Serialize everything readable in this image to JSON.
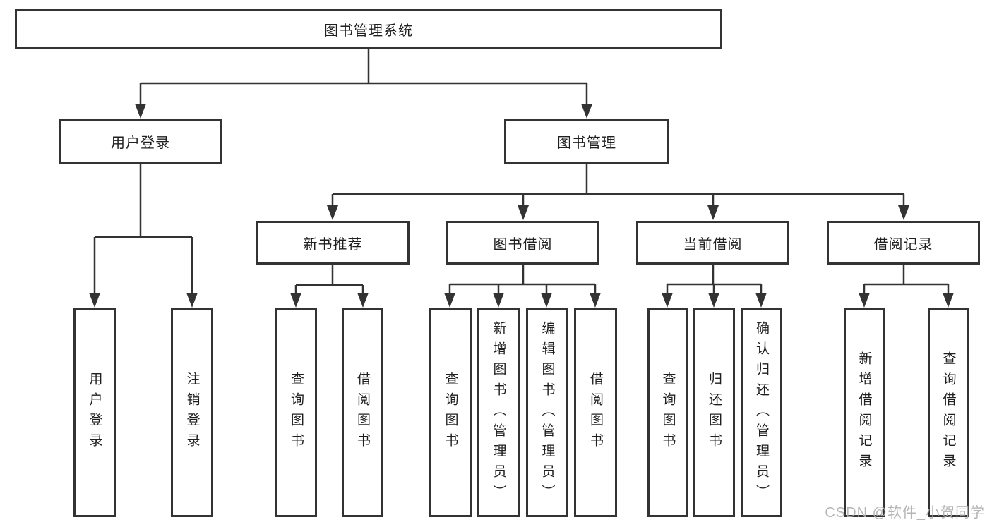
{
  "diagram": {
    "title_node": "图书管理系统",
    "colors": {
      "line": "#333333",
      "border": "#333333",
      "text": "#1f1f1f",
      "background": "#ffffff",
      "watermark": "#afafaf"
    },
    "nodes": {
      "root": {
        "label": "图书管理系统"
      },
      "user_login": {
        "label": "用户登录"
      },
      "book_mgmt": {
        "label": "图书管理"
      },
      "new_book_rec": {
        "label": "新书推荐"
      },
      "book_borrow": {
        "label": "图书借阅"
      },
      "current_borrow": {
        "label": "当前借阅"
      },
      "borrow_records": {
        "label": "借阅记录"
      },
      "leaf_user_login": {
        "label": "用户登录"
      },
      "leaf_logout": {
        "label": "注销登录"
      },
      "leaf_nbr_query": {
        "label": "查询图书"
      },
      "leaf_nbr_borrow": {
        "label": "借阅图书"
      },
      "leaf_bb_query": {
        "label": "查询图书"
      },
      "leaf_bb_add": {
        "label": "新增图书（管理员）"
      },
      "leaf_bb_edit": {
        "label": "编辑图书（管理员）"
      },
      "leaf_bb_borrow": {
        "label": "借阅图书"
      },
      "leaf_cb_query": {
        "label": "查询图书"
      },
      "leaf_cb_return": {
        "label": "归还图书"
      },
      "leaf_cb_confirm": {
        "label": "确认归还（管理员）"
      },
      "leaf_br_add": {
        "label": "新增借阅记录"
      },
      "leaf_br_query": {
        "label": "查询借阅记录"
      }
    },
    "edges": [
      "图书管理系统→用户登录",
      "图书管理系统→图书管理",
      "用户登录→用户登录",
      "用户登录→注销登录",
      "图书管理→新书推荐",
      "图书管理→图书借阅",
      "图书管理→当前借阅",
      "图书管理→借阅记录",
      "新书推荐→查询图书",
      "新书推荐→借阅图书",
      "图书借阅→查询图书",
      "图书借阅→新增图书（管理员）",
      "图书借阅→编辑图书（管理员）",
      "图书借阅→借阅图书",
      "当前借阅→查询图书",
      "当前借阅→归还图书",
      "当前借阅→确认归还（管理员）",
      "借阅记录→新增借阅记录",
      "借阅记录→查询借阅记录"
    ]
  },
  "watermark": {
    "text": "CSDN @软件_小贺同学"
  }
}
